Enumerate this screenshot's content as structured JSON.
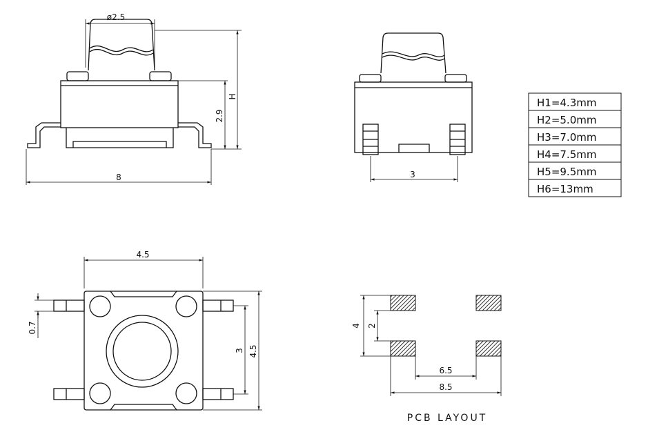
{
  "side_view": {
    "cap_diameter": "ø2.5",
    "height_label": "H",
    "body_height": "2.9",
    "overall_width": "8"
  },
  "front_view": {
    "lead_pitch": "3"
  },
  "height_table": {
    "rows": [
      "H1=4.3mm",
      "H2=5.0mm",
      "H3=7.0mm",
      "H4=7.5mm",
      "H5=9.5mm",
      "H6=13mm"
    ]
  },
  "top_view": {
    "body_width": "4.5",
    "lead_width": "0.7",
    "lead_spacing": "3",
    "body_depth": "4.5"
  },
  "pcb_layout": {
    "pad_row_pitch": "4",
    "pad_gap": "2",
    "inner_pitch": "6.5",
    "outer_pitch": "8.5",
    "title": "PCB LAYOUT"
  },
  "colors": {
    "line": "#111111",
    "pad_fill": "#555555",
    "background": "#ffffff"
  }
}
